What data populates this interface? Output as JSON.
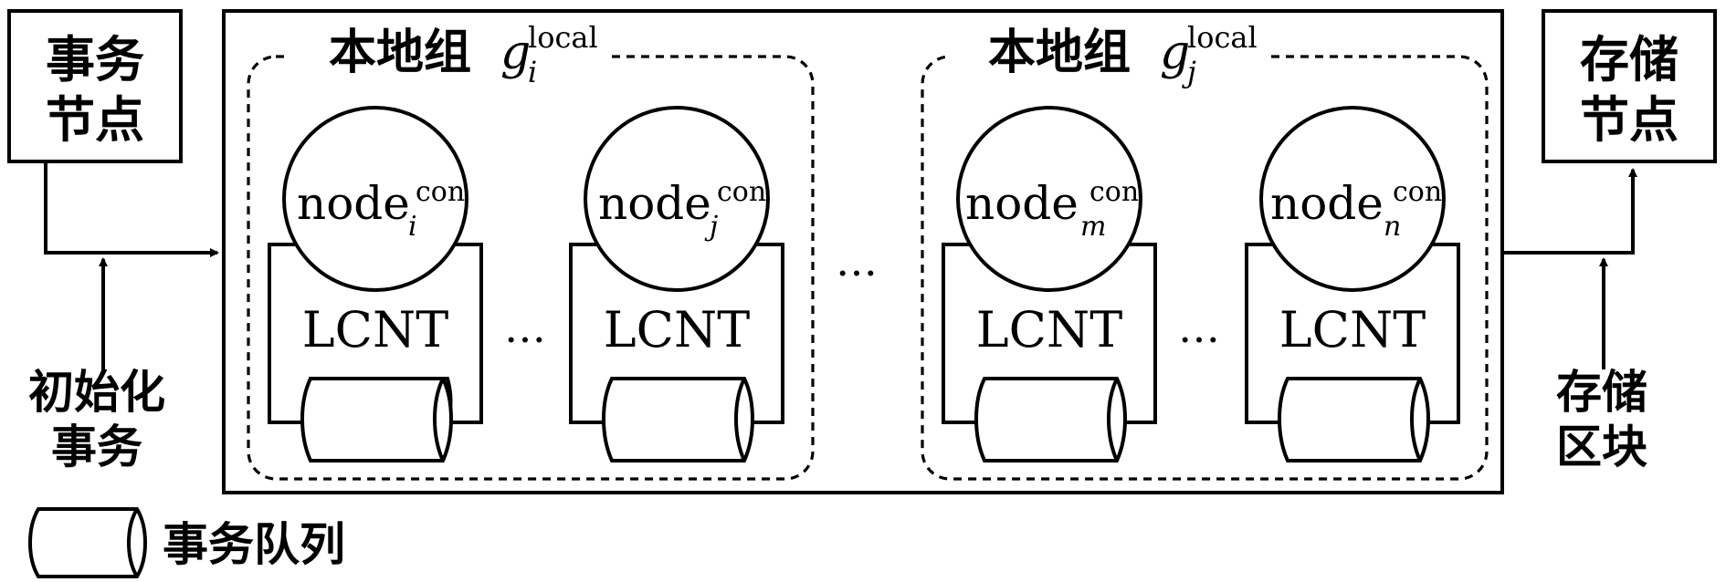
{
  "tx_node": {
    "line1": "事务",
    "line2": "节点"
  },
  "storage_node": {
    "line1": "存储",
    "line2": "节点"
  },
  "init_tx": {
    "line1": "初始化",
    "line2": "事务"
  },
  "store_block": {
    "line1": "存储",
    "line2": "区块"
  },
  "groups": [
    {
      "label": "本地组",
      "var": "g",
      "sub": "i",
      "sup": "local"
    },
    {
      "label": "本地组",
      "var": "g",
      "sub": "j",
      "sup": "local"
    }
  ],
  "nodes": [
    {
      "base": "node",
      "sub": "i",
      "sup": "con",
      "lcnt": "LCNT"
    },
    {
      "base": "node",
      "sub": "j",
      "sup": "con",
      "lcnt": "LCNT"
    },
    {
      "base": "node",
      "sub": "m",
      "sup": "con",
      "lcnt": "LCNT"
    },
    {
      "base": "node",
      "sub": "n",
      "sup": "con",
      "lcnt": "LCNT"
    }
  ],
  "ellipsis": "…",
  "legend": {
    "label": "事务队列"
  }
}
